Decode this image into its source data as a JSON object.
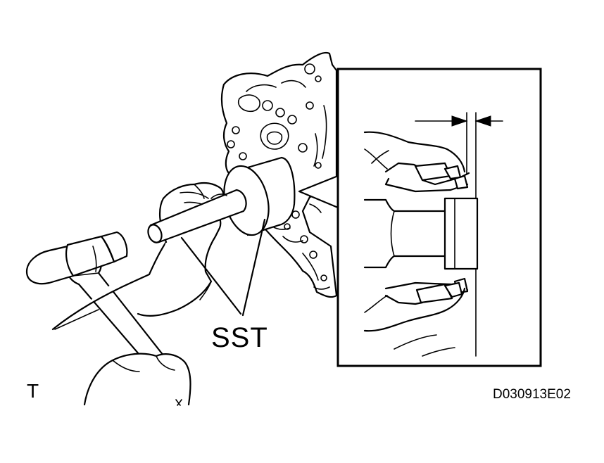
{
  "labels": {
    "tool_label": "SST",
    "corner_mark": "T",
    "figure_code": "D030913E02"
  },
  "colors": {
    "line": "#000000",
    "background": "#ffffff"
  }
}
